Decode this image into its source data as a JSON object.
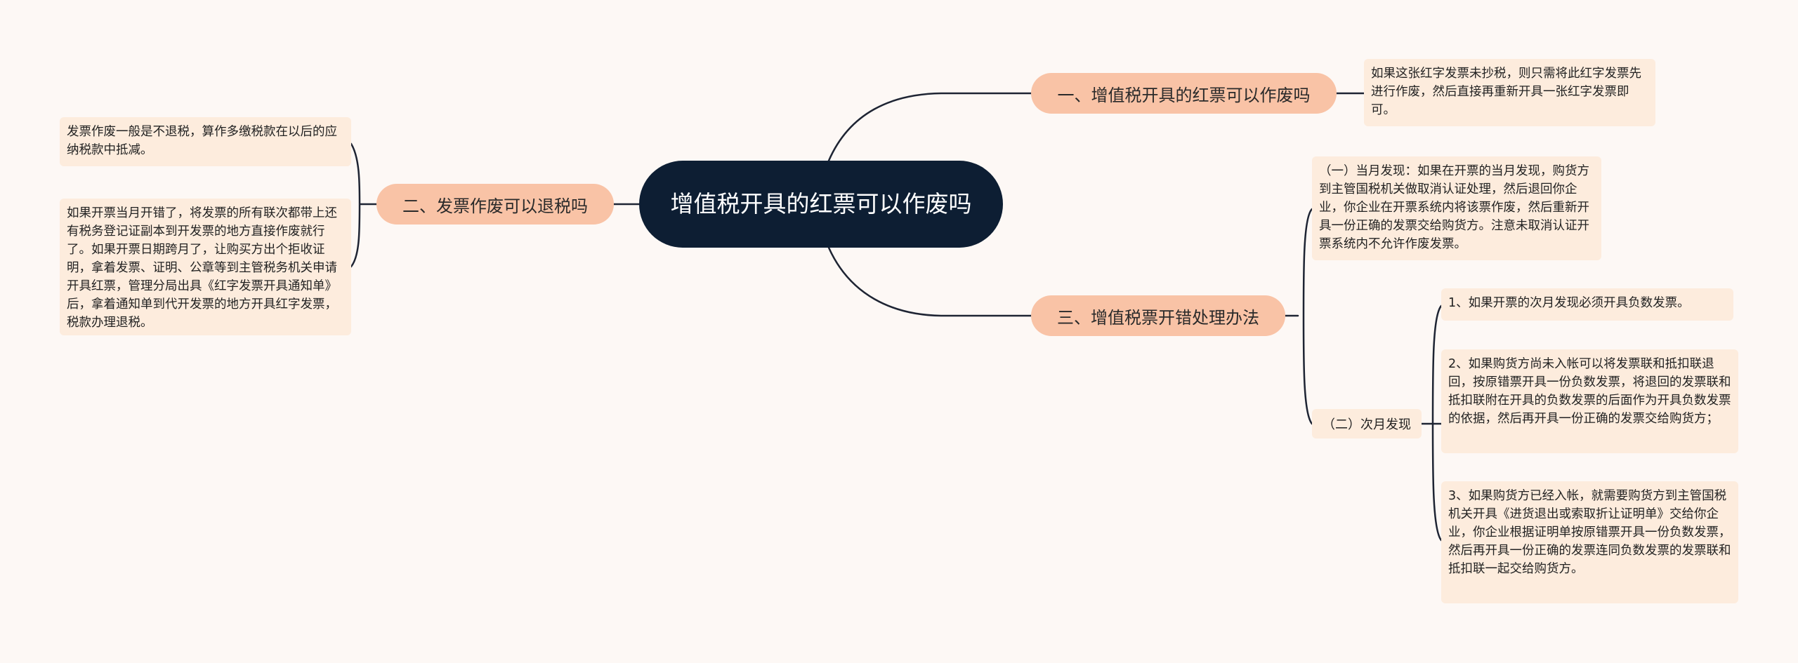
{
  "root": {
    "title": "增值税开具的红票可以作废吗"
  },
  "branches": [
    {
      "label": "一、增值税开具的红票可以作废吗",
      "leaves": [
        "如果这张红字发票未抄税，则只需将此红字发票先进行作废，然后直接再重新开具一张红字发票即可。"
      ]
    },
    {
      "label": "二、发票作废可以退税吗",
      "leaves": [
        "发票作废一般是不退税，算作多缴税款在以后的应纳税款中抵减。",
        "如果开票当月开错了，将发票的所有联次都带上还有税务登记证副本到开发票的地方直接作废就行了。如果开票日期跨月了，让购买方出个拒收证明，拿着发票、证明、公章等到主管税务机关申请开具红票，管理分局出具《红字发票开具通知单》后，拿着通知单到代开发票的地方开具红字发票，税款办理退税。"
      ]
    },
    {
      "label": "三、增值税票开错处理办法",
      "leaves": [
        "（一）当月发现：如果在开票的当月发现，购货方到主管国税机关做取消认证处理，然后退回你企业，你企业在开票系统内将该票作废，然后重新开具一份正确的发票交给购货方。注意未取消认证开票系统内不允许作废发票。"
      ],
      "sub": {
        "label": "（二）次月发现",
        "leaves": [
          "1、如果开票的次月发现必须开具负数发票。",
          "2、如果购货方尚未入帐可以将发票联和抵扣联退回，按原错票开具一份负数发票，将退回的发票联和抵扣联附在开具的负数发票的后面作为开具负数发票的依据，然后再开具一份正确的发票交给购货方；",
          "3、如果购货方已经入帐，就需要购货方到主管国税机关开具《进货退出或索取折让证明单》交给你企业，你企业根据证明单按原错票开具一份负数发票，然后再开具一份正确的发票连同负数发票的发票联和抵扣联一起交给购货方。"
        ]
      }
    }
  ],
  "colors": {
    "background": "#fdf8f5",
    "root_fill": "#0d1e33",
    "branch_fill": "#f9c3a6",
    "leaf_fill": "#fdecdd",
    "line": "#1e2433"
  }
}
